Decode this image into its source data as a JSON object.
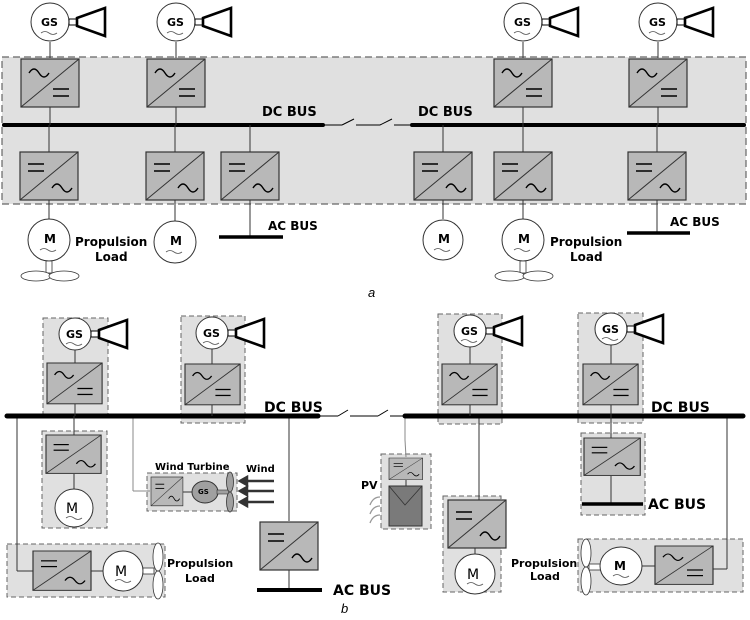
{
  "figure_a": {
    "caption": "a",
    "dc_bus_left_label": "DC BUS",
    "dc_bus_right_label": "DC BUS",
    "ac_bus_left_label": "AC BUS",
    "ac_bus_right_label": "AC BUS",
    "generator_label": "GS",
    "motor_label": "M",
    "propulsion_label_line1": "Propulsion",
    "propulsion_label_line2": "Load"
  },
  "figure_b": {
    "caption": "b",
    "dc_bus_left_label": "DC BUS",
    "dc_bus_right_label": "DC BUS",
    "ac_bus_left_label": "AC BUS",
    "ac_bus_right_label": "AC BUS",
    "generator_label": "GS",
    "motor_label": "M",
    "wind_turbine_label": "Wind Turbine",
    "wind_label": "Wind",
    "pv_label": "PV",
    "propulsion_label_line1": "Propulsion",
    "propulsion_label_line2": "Load"
  },
  "colors": {
    "system_fill": "#e0e0e0",
    "converter_fill": "#b8b8b8",
    "pv_panel_fill": "#7a7a7a",
    "bus": "#000000"
  }
}
